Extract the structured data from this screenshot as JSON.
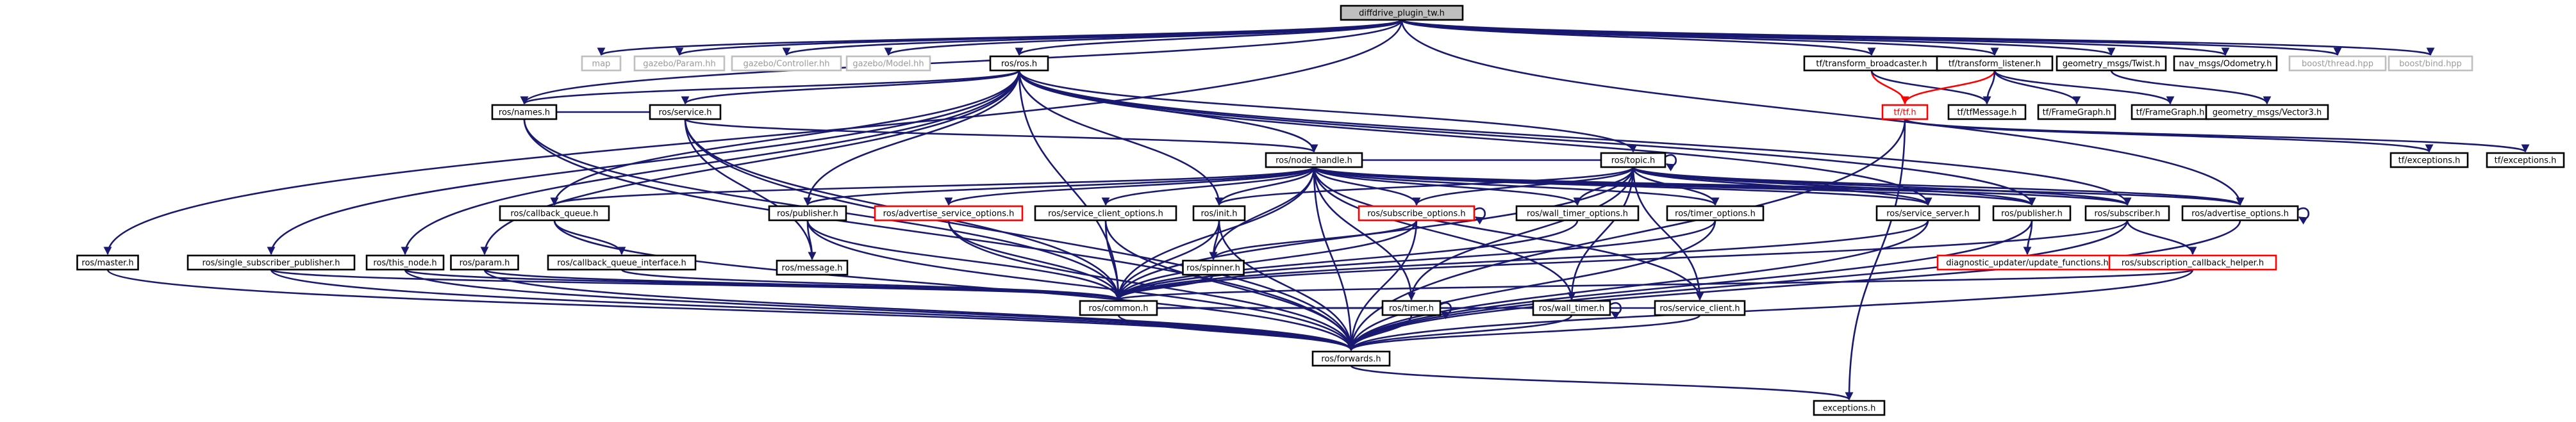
{
  "colors": {
    "edge": "#191970",
    "edge_red": "#ff0000",
    "node_border": "#000000",
    "node_border_missing": "#bfbfbf",
    "node_border_truncated": "#ff0000",
    "root_fill": "#bfbfbf",
    "text": "#000000",
    "text_missing": "#9a9a9a",
    "text_red": "#ff0000"
  },
  "nodes": {
    "root": "diffdrive_plugin_tw.h",
    "map": "map",
    "gazebo_param": "gazebo/Param.hh",
    "gazebo_controller": "gazebo/Controller.hh",
    "gazebo_model": "gazebo/Model.hh",
    "ros_ros": "ros/ros.h",
    "tf_broadcaster": "tf/transform_broadcaster.h",
    "tf_listener": "tf/transform_listener.h",
    "geometry_twist": "geometry_msgs/Twist.h",
    "nav_odometry": "nav_msgs/Odometry.h",
    "boost_thread": "boost/thread.hpp",
    "boost_bind": "boost/bind.hpp",
    "tf_tf": "tf/tf.h",
    "tf_tfmessage": "tf/tfMessage.h",
    "tf_framegraph_a": "tf/FrameGraph.h",
    "tf_framegraph_b": "tf/FrameGraph.h",
    "geometry_vector3": "geometry_msgs/Vector3.h",
    "tf_exceptions_a": "tf/exceptions.h",
    "tf_exceptions_b": "tf/exceptions.h",
    "ros_service": "ros/service.h",
    "ros_names": "ros/names.h",
    "ros_node_handle": "ros/node_handle.h",
    "ros_topic": "ros/topic.h",
    "ros_callback_queue": "ros/callback_queue.h",
    "ros_callback_queue_interface": "ros/callback_queue_interface.h",
    "ros_master": "ros/master.h",
    "ros_single_sub_pub": "ros/single_subscriber_publisher.h",
    "ros_this_node": "ros/this_node.h",
    "ros_param": "ros/param.h",
    "ros_publisher_left": "ros/publisher.h",
    "ros_message": "ros/message.h",
    "ros_advertise_service_options": "ros/advertise_service_options.h",
    "ros_service_client_options": "ros/service_client_options.h",
    "ros_init": "ros/init.h",
    "ros_spinner": "ros/spinner.h",
    "ros_subscribe_options": "ros/subscribe_options.h",
    "ros_wall_timer_options": "ros/wall_timer_options.h",
    "ros_timer_options": "ros/timer_options.h",
    "ros_timer": "ros/timer.h",
    "ros_wall_timer": "ros/wall_timer.h",
    "ros_service_client": "ros/service_client.h",
    "ros_service_server": "ros/service_server.h",
    "ros_publisher_right": "ros/publisher.h",
    "ros_subscriber": "ros/subscriber.h",
    "ros_advertise_options": "ros/advertise_options.h",
    "diagnostic_update_functions": "diagnostic_updater/update_functions.h",
    "ros_subscription_callback_helper": "ros/subscription_callback_helper.h",
    "ros_common": "ros/common.h",
    "ros_forwards": "ros/forwards.h",
    "exceptions": "exceptions.h"
  }
}
